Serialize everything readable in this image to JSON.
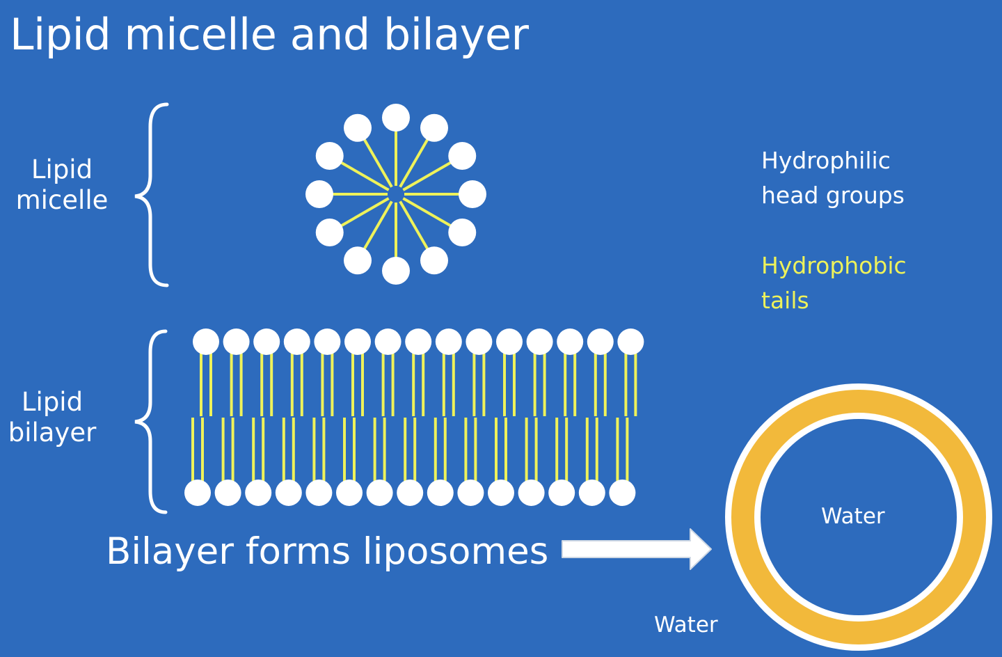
{
  "title": "Lipid micelle and bilayer",
  "labels": {
    "micelle": [
      "Lipid",
      "micelle"
    ],
    "bilayer": [
      "Lipid",
      "bilayer"
    ]
  },
  "legend": {
    "hydrophilic": [
      "Hydrophilic",
      "head groups"
    ],
    "hydrophobic": [
      "Hydrophobic",
      "tails"
    ]
  },
  "caption": "Bilayer forms liposomes",
  "liposome": {
    "inner_label": "Water",
    "outer_label": "Water"
  },
  "colors": {
    "background": "#2d6bbd",
    "head": "#ffffff",
    "tail": "#eef25a",
    "liposome_ring": "#f2b93b"
  }
}
